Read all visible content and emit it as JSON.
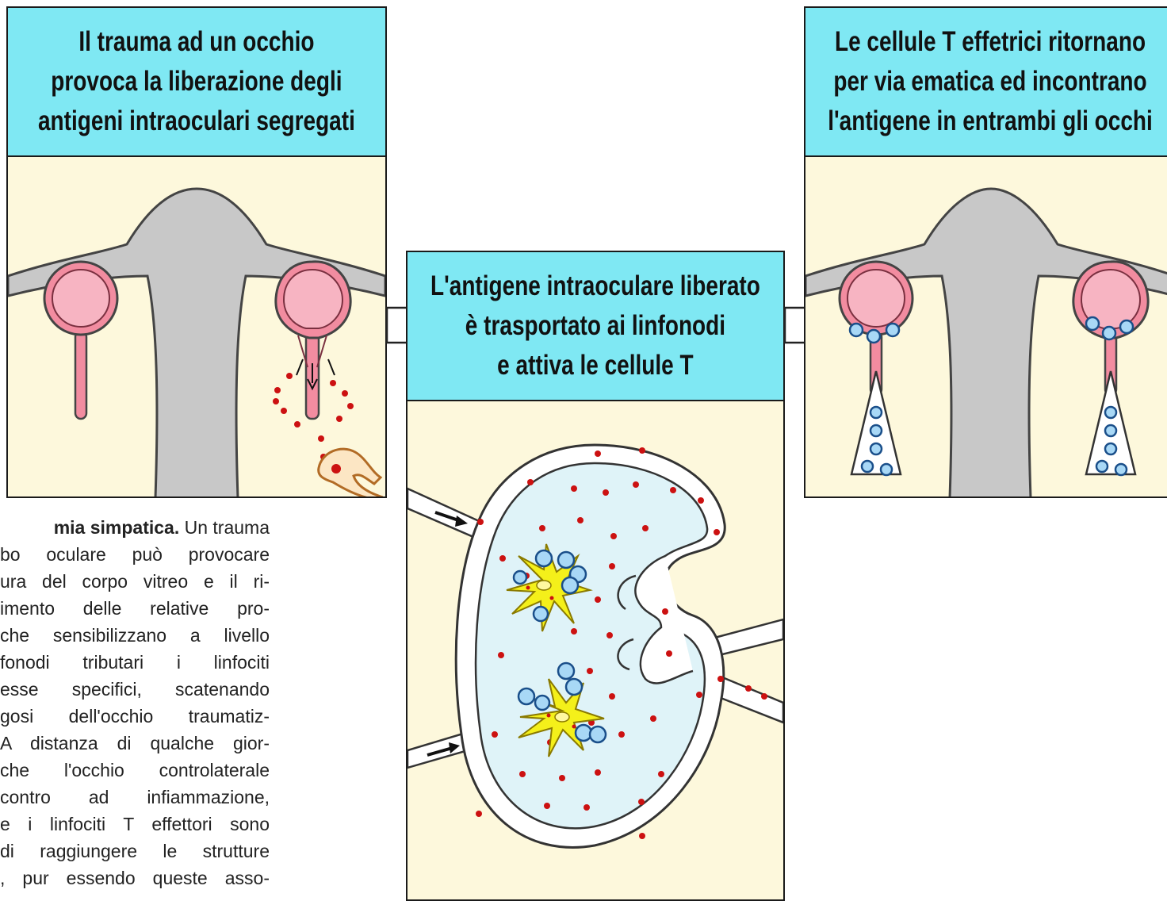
{
  "panels": {
    "trauma": {
      "title_lines": [
        "Il trauma ad un occhio",
        "provoca la liberazione degli",
        "antigeni intraoculari segregati"
      ]
    },
    "lymph": {
      "title_lines": [
        "L'antigene intraoculare liberato",
        "è trasportato ai linfonodi",
        "e attiva le cellule T"
      ]
    },
    "return": {
      "title_lines": [
        "Le cellule T effetrici ritornano",
        "per via ematica ed incontrano",
        "l'antigene in entrambi gli occhi"
      ]
    }
  },
  "caption": {
    "bold_lead": "mia simpatica.",
    "lines": [
      " Un trauma",
      "bo oculare può provocare",
      "ura del corpo vitreo e il ri-",
      "imento delle relative pro-",
      "che sensibilizzano a livello",
      "fonodi tributari i linfociti",
      "esse specifici, scatenando",
      "gosi dell'occhio traumatiz-",
      "A distanza di qualche gior-",
      "che l'occhio controlaterale",
      "contro ad infiammazione,",
      "e i linfociti T effettori sono",
      "di raggiungere le strutture",
      ", pur essendo queste asso-"
    ]
  },
  "colors": {
    "header_bg": "#7fe8f3",
    "panel_bg": "#fdf8dc",
    "eye_pink": "#f28ca0",
    "brain_gray": "#c8c8c8",
    "antigen_red": "#cc1111",
    "lymph_fluid": "#dff3f8",
    "dendritic_yellow": "#f4f01a",
    "tcell_blue": "#2f8fe0"
  },
  "icons": [
    "eye-icon",
    "brain-icon",
    "antigen-dot-icon",
    "macrophage-icon",
    "lymph-node-icon",
    "dendritic-cell-icon",
    "t-cell-icon",
    "flow-arrow-icon",
    "step-arrow-icon"
  ]
}
